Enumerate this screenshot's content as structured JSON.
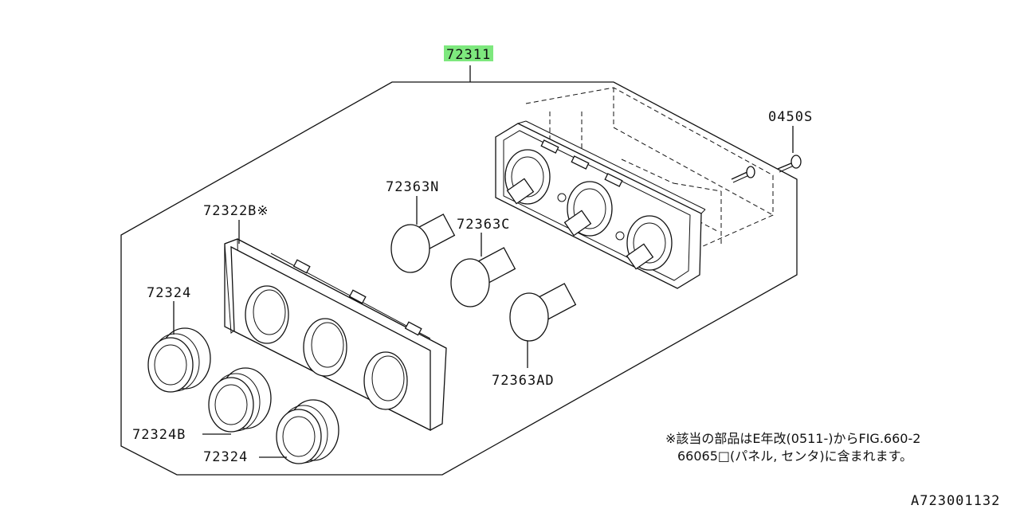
{
  "labels": {
    "main": "72311",
    "screw": "0450S",
    "panel": "72322B※",
    "knob_n": "72363N",
    "knob_c": "72363C",
    "knob_ad": "72363AD",
    "dial_top": "72324",
    "dial_mid": "72324B",
    "dial_bottom": "72324"
  },
  "note": {
    "line1": "※該当の部品はE年改(0511-)からFIG.660-2",
    "line2": "66065□(パネル, センタ)に含まれます。"
  },
  "diagram_id": "A723001132",
  "colors": {
    "highlight": "#7ee87e",
    "ink": "#111111"
  }
}
